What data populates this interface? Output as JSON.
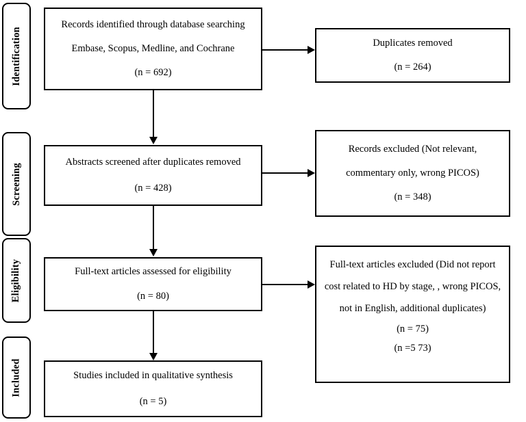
{
  "diagram": {
    "type": "prisma-flow-diagram",
    "stages": [
      {
        "id": "identification",
        "label": "Identification"
      },
      {
        "id": "screening",
        "label": "Screening"
      },
      {
        "id": "eligibility",
        "label": "Eligibility"
      },
      {
        "id": "included",
        "label": "Included"
      }
    ],
    "main_boxes": [
      {
        "id": "records-identified",
        "lines": [
          "Records identified through database searching",
          "Embase, Scopus, Medline, and Cochrane",
          "(n = 692)"
        ]
      },
      {
        "id": "abstracts-screened",
        "lines": [
          "Abstracts screened after duplicates removed",
          "(n = 428)"
        ]
      },
      {
        "id": "full-text-assessed",
        "lines": [
          "Full-text articles assessed for eligibility",
          "(n = 80)"
        ]
      },
      {
        "id": "studies-included",
        "lines": [
          "Studies included in qualitative synthesis",
          "(n = 5)"
        ]
      }
    ],
    "side_boxes": [
      {
        "id": "duplicates-removed",
        "lines": [
          "Duplicates removed",
          "(n = 264)"
        ]
      },
      {
        "id": "records-excluded",
        "lines": [
          "Records excluded (Not relevant,",
          "commentary only, wrong PICOS)",
          "(n = 348)"
        ]
      },
      {
        "id": "full-text-excluded",
        "lines": [
          "Full-text articles excluded (Did not report",
          "cost related to HD by stage, , wrong PICOS,",
          "not in English, additional duplicates)",
          "(n = 75)",
          "(n =5 73)"
        ]
      }
    ],
    "colors": {
      "stroke": "#000000",
      "background": "#ffffff",
      "text": "#000000"
    }
  }
}
